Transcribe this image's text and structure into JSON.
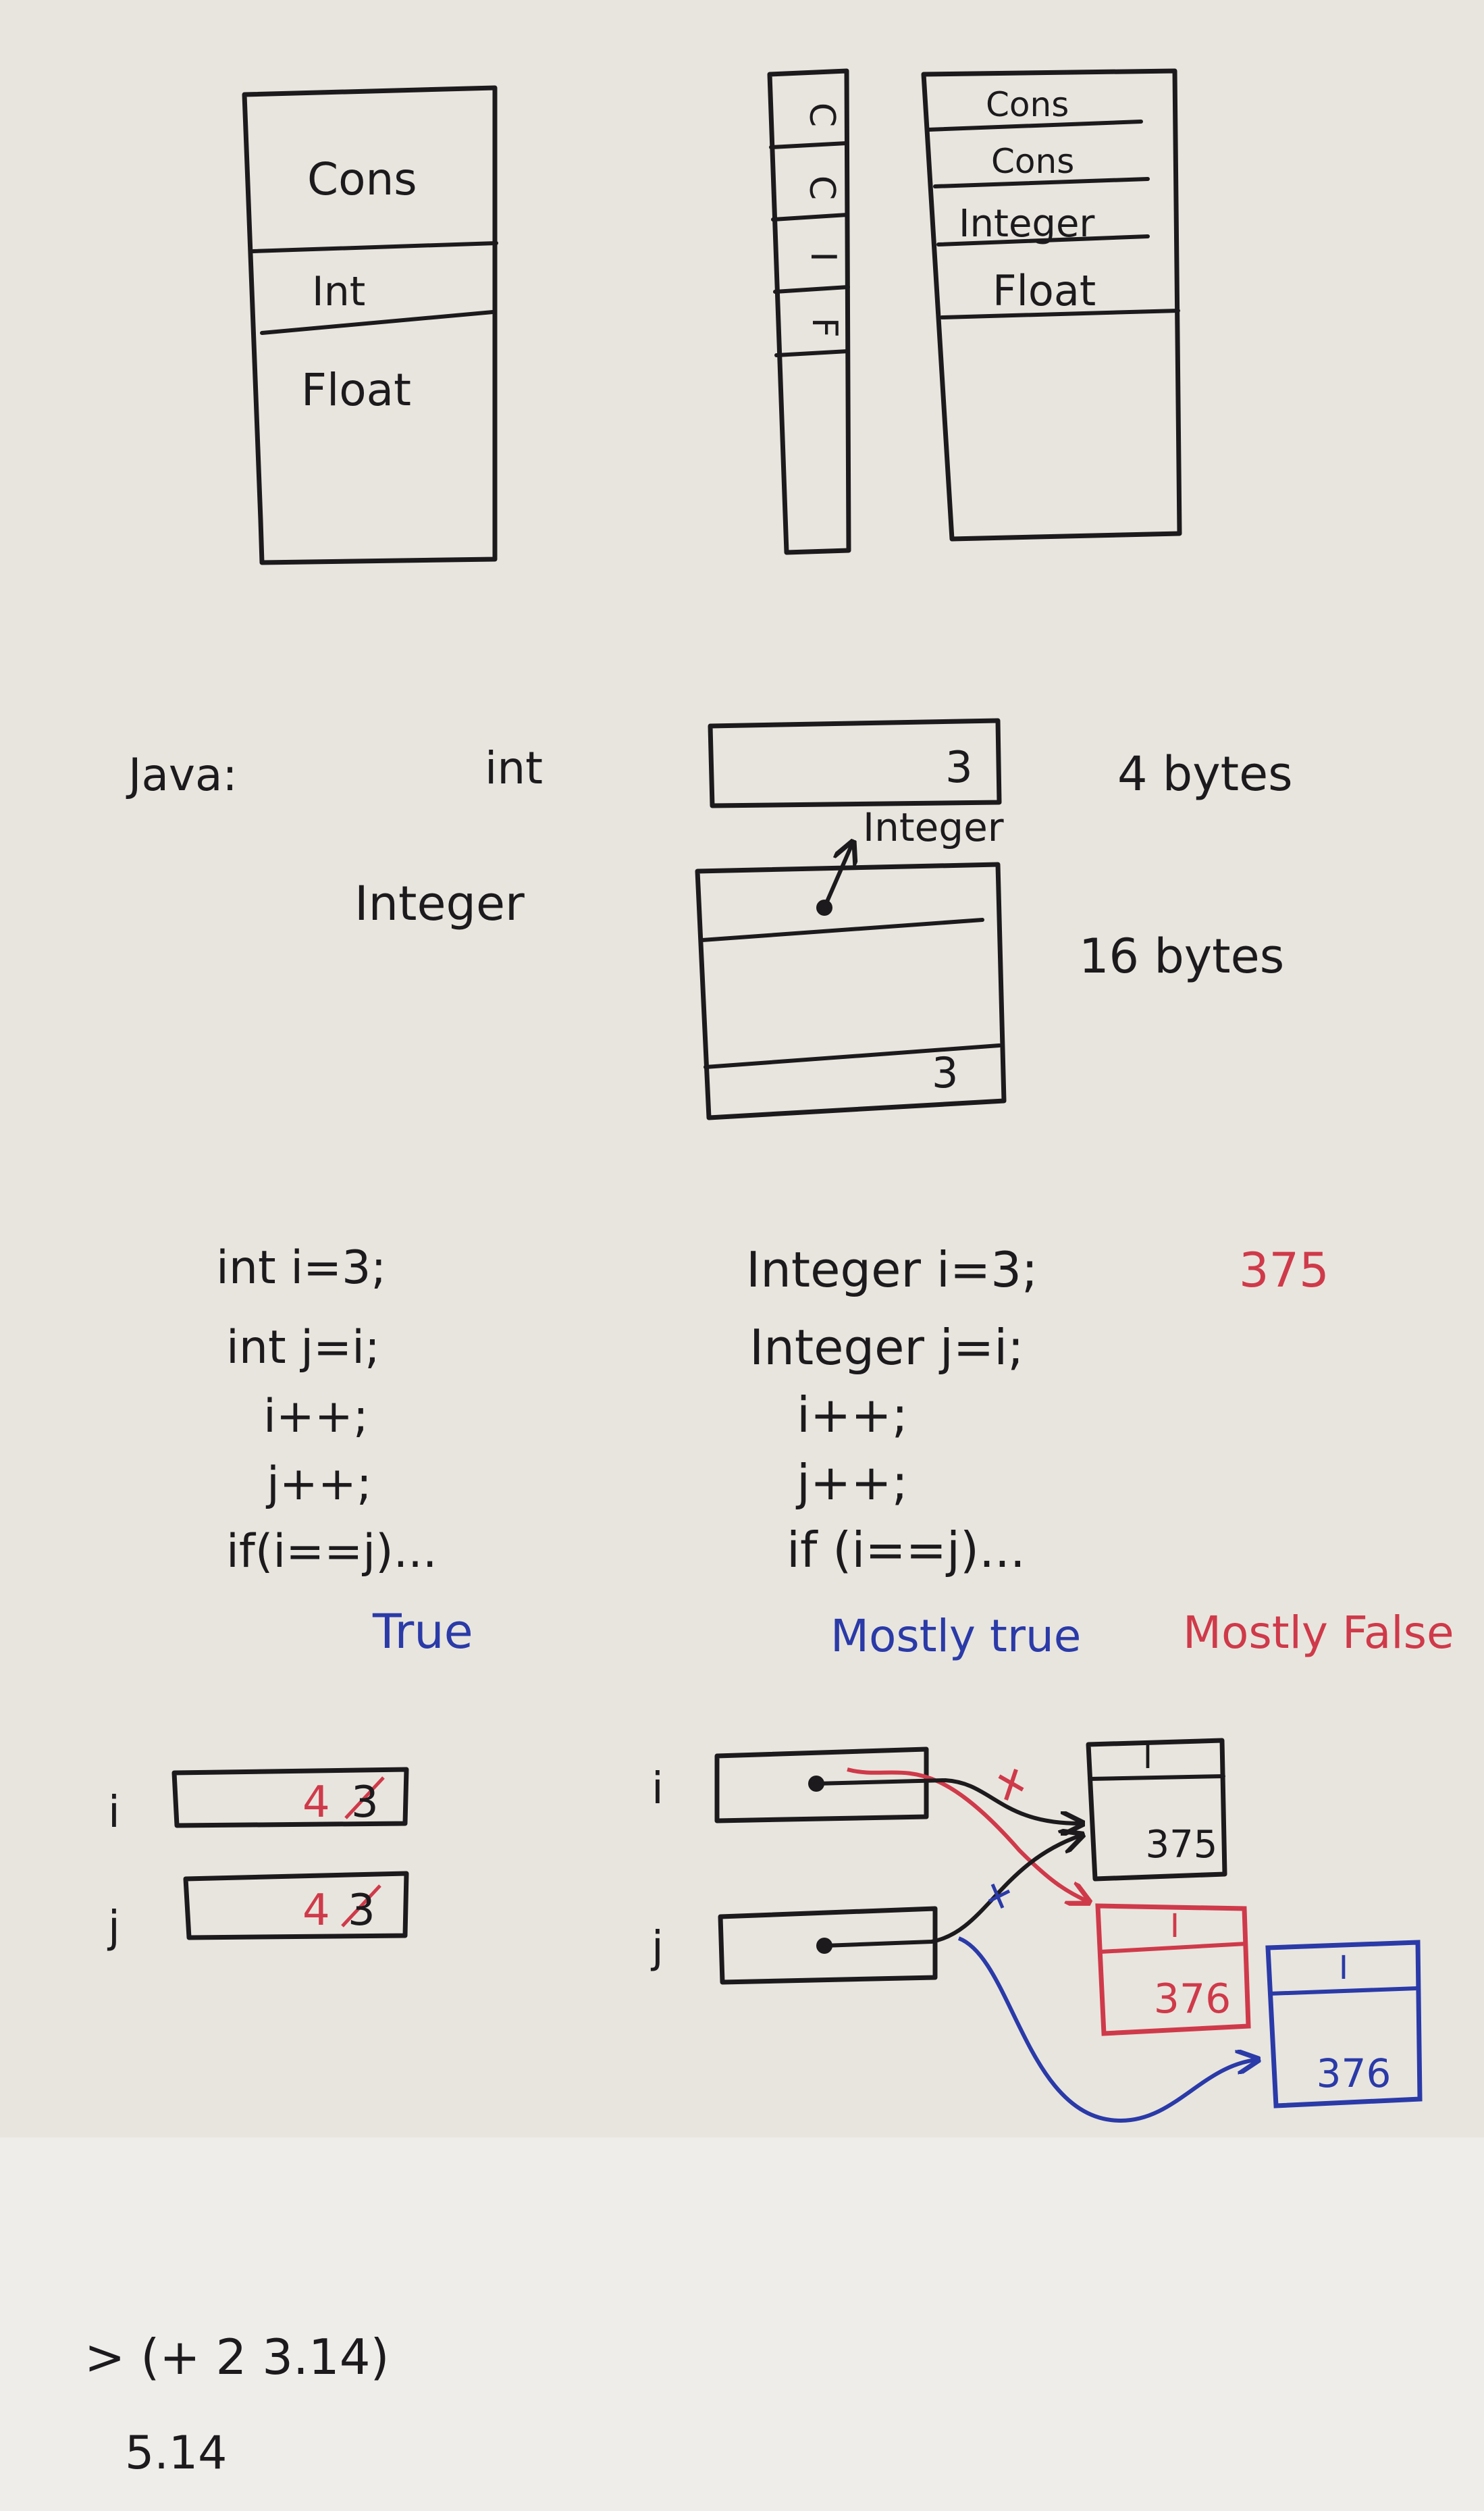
{
  "colors": {
    "ink": "#1c1a1c",
    "red": "#cf3a4a",
    "blue": "#2a3aa8",
    "board": "#e8e5de"
  },
  "layouts": {
    "tagged_box": {
      "cells": [
        "Cons",
        "Int",
        "Float"
      ]
    },
    "tag_column": {
      "cells": [
        "C",
        "C",
        "I",
        "F"
      ]
    },
    "typed_box": {
      "cells": [
        "Cons",
        "Cons",
        "Integer",
        "Float"
      ]
    }
  },
  "java": {
    "title": "Java:",
    "int_label": "int",
    "int_value": "3",
    "int_size": "4 bytes",
    "integer_label": "Integer",
    "header_pointer_label": "Integer",
    "integer_value": "3",
    "integer_size": "16 bytes"
  },
  "code_primitive": {
    "lines": [
      "int i=3;",
      "int j=i;",
      "i++;",
      "j++;",
      "if(i==j)..."
    ],
    "result": "True"
  },
  "code_boxed": {
    "lines": [
      "Integer i=3;",
      "Integer j=i;",
      "i++;",
      "j++;",
      "if (i==j)..."
    ],
    "note_value": "375",
    "result_blue": "Mostly true",
    "result_red": "Mostly False"
  },
  "primitive_vars": {
    "i": {
      "label": "i",
      "new_value": "4",
      "old_value": "3"
    },
    "j": {
      "label": "j",
      "new_value": "4",
      "old_value": "3"
    }
  },
  "boxed_vars": {
    "i_label": "i",
    "j_label": "j",
    "objects": [
      {
        "tag": "I",
        "value": "375",
        "color": "#1c1a1c"
      },
      {
        "tag": "I",
        "value": "376",
        "color": "#cf3a4a"
      },
      {
        "tag": "I",
        "value": "376",
        "color": "#2a3aa8"
      }
    ]
  },
  "repl": {
    "input": "> (+ 2 3.14)",
    "output": "5.14"
  }
}
